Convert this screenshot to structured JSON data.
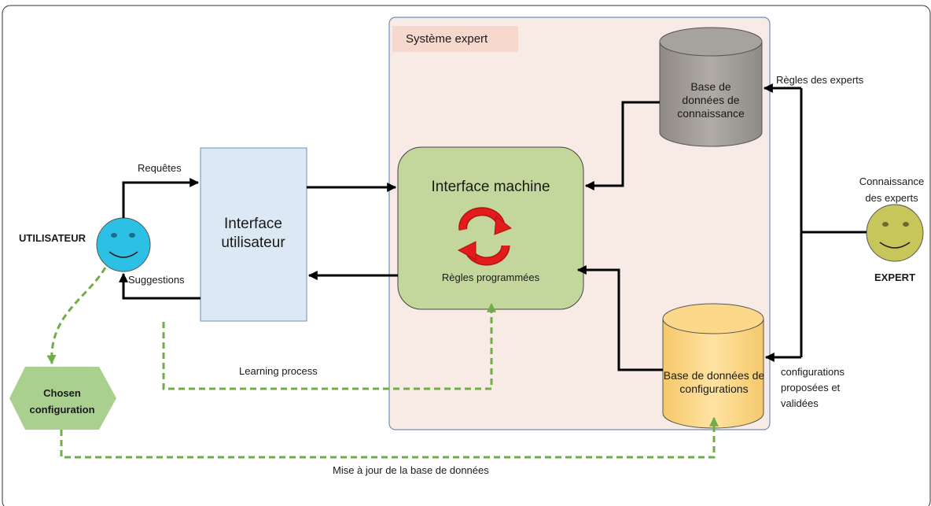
{
  "diagram": {
    "system_title": "Système expert",
    "user_label": "UTILISATEUR",
    "expert_label": "EXPERT",
    "expert_knowledge": "Connaissance des experts",
    "user_interface": "Interface utilisateur",
    "machine_interface": "Interface machine",
    "programmed_rules": "Règles programmées",
    "knowledge_db": "Base de données de connaissance",
    "config_db": "Base de données de configurations",
    "chosen_config": "Chosen configuration",
    "requests": "Requêtes",
    "suggestions": "Suggestions",
    "expert_rules": "Règles des experts",
    "proposed_configs": "configurations proposées et validées",
    "learning_process": "Learning process",
    "db_update": "Mise à jour de la base de données"
  },
  "colors": {
    "outer_border": "#333333",
    "system_bg": "#f8ebe6",
    "system_border": "#6d8fbf",
    "system_title_bg": "#f6d8cc",
    "user_interface_bg": "#dce8f4",
    "machine_interface_bg": "#c3d69b",
    "knowledge_db": "#a6a29c",
    "config_db": "#fcd88a",
    "user_face": "#2bc0e4",
    "expert_face": "#c6c65a",
    "chosen_config_bg": "#a9d08e",
    "dashed_green": "#70ad47",
    "rotate_icon": "#e31b1b"
  }
}
